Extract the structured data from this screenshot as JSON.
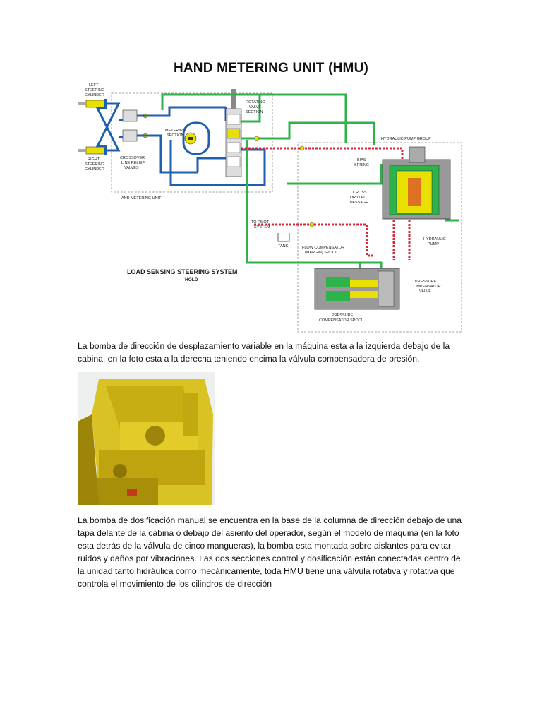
{
  "title": "HAND METERING UNIT (HMU)",
  "diagram": {
    "labels": {
      "left_cyl_1": "LEFT",
      "left_cyl_2": "STEERING",
      "left_cyl_3": "CYLINDER",
      "right_cyl_1": "RIGHT",
      "right_cyl_2": "STEERING",
      "right_cyl_3": "CYLINDER",
      "rotating_1": "ROTATING",
      "rotating_2": "VALVE",
      "rotating_3": "SECTION",
      "metering_1": "METERING",
      "metering_2": "SECTION",
      "crossover_1": "CROSSOVER",
      "crossover_2": "LINE RELIEF",
      "crossover_3": "VALVES",
      "hmu": "HAND METERING UNIT",
      "pump_group": "HYDRAULIC PUMP GROUP",
      "bias_1": "BIAS",
      "bias_2": "SPRING",
      "cross_1": "CROSS",
      "cross_2": "DRILLED",
      "cross_3": "PASSAGE",
      "pilot_1": "TO PILOT",
      "pilot_2": "SYSTEM",
      "tank": "TANK",
      "hyd_pump_1": "HYDRAULIC",
      "hyd_pump_2": "PUMP",
      "flow_comp_1": "FLOW COMPENSATOR",
      "flow_comp_2": "(MARGIN) SPOOL",
      "pressure_comp_1": "PRESSURE",
      "pressure_comp_2": "COMPENSATOR",
      "pressure_comp_3": "VALVE",
      "pc_spool_1": "PRESSURE",
      "pc_spool_2": "COMPENSATOR SPOOL",
      "system_title": "LOAD SENSING STEERING SYSTEM",
      "system_mode": "HOLD"
    },
    "colors": {
      "pressure_line": "#2db34a",
      "return_line": "#1f5fb0",
      "signal_line": "#d6283a",
      "pump_body": "#e8e000"
    }
  },
  "paragraphs": {
    "p1": "La bomba de dirección de desplazamiento variable en la máquina esta a la izquierda debajo de la cabina, en la foto esta a la derecha teniendo encima la válvula compensadora de presión.",
    "p2": "La bomba de dosificación manual se encuentra en la base de la columna de dirección debajo de una tapa delante de la cabina o debajo del asiento del operador, según el modelo de máquina (en la foto esta detrás de la válvula de cinco mangueras), la bomba esta montada sobre aislantes para evitar ruidos y daños por vibraciones. Las dos secciones control y dosificación están conectadas dentro de la unidad tanto hidráulica como mecánicamente, toda HMU tiene una válvula rotativa y rotativa que controla el movimiento de los cilindros de dirección"
  }
}
